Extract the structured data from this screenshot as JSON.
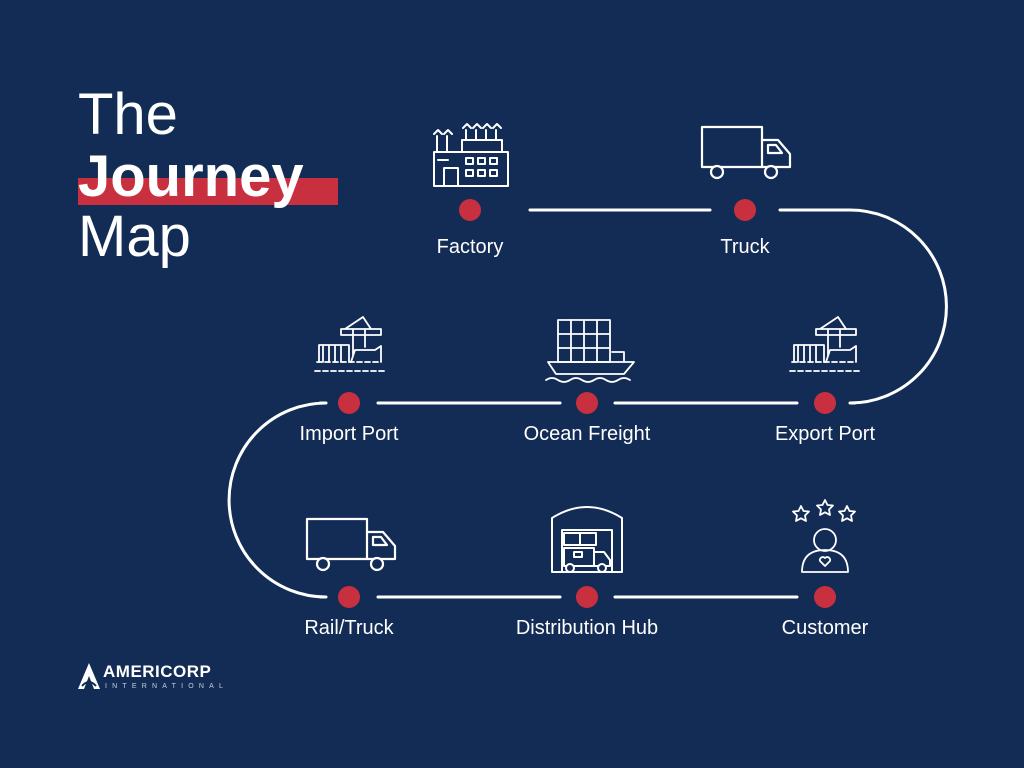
{
  "title": {
    "line1": "The",
    "line2": "Journey",
    "line3": "Map"
  },
  "steps": [
    {
      "label": "Factory",
      "icon": "factory-icon"
    },
    {
      "label": "Truck",
      "icon": "truck-icon"
    },
    {
      "label": "Export Port",
      "icon": "port-crane-icon"
    },
    {
      "label": "Ocean Freight",
      "icon": "cargo-ship-icon"
    },
    {
      "label": "Import Port",
      "icon": "port-crane-icon"
    },
    {
      "label": "Rail/Truck",
      "icon": "truck-icon"
    },
    {
      "label": "Distribution Hub",
      "icon": "warehouse-icon"
    },
    {
      "label": "Customer",
      "icon": "customer-rating-icon"
    }
  ],
  "logo": {
    "name": "AMERICORP",
    "sub": "INTERNATIONAL"
  },
  "colors": {
    "background": "#132c55",
    "accent": "#c8303f",
    "line": "#ffffff"
  }
}
